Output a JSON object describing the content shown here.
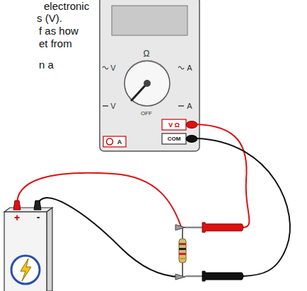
{
  "diagram": {
    "labels": [
      "electronic",
      "s (V).",
      "f as how",
      "et from",
      "n a",
      "Ω",
      "V",
      "A",
      "V",
      "A",
      "OFF",
      "V Ω",
      "A",
      "COM",
      "+",
      "-"
    ]
  }
}
